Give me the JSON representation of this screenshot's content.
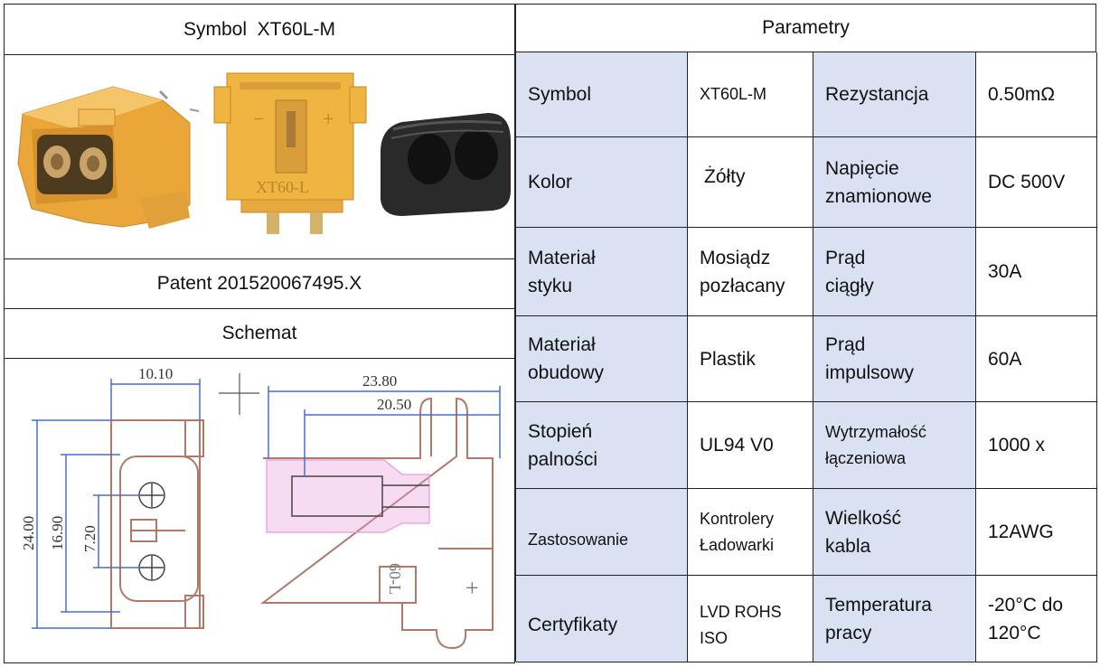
{
  "left": {
    "title": "Symbol  XT60L-M",
    "patent": "Patent 201520067495.X",
    "schematic_title": "Schemat",
    "photo_labels": {
      "connector_marking": "XT60-L",
      "minus": "−",
      "plus": "+"
    },
    "dimensions": {
      "width_left": "10.10",
      "height_total": "24.00",
      "height_inner": "16.90",
      "pin_pitch": "7.20",
      "length_total": "23.80",
      "length_inner": "20.50",
      "side_marking": "60-L",
      "plus": "+"
    }
  },
  "right": {
    "title": "Parametry",
    "rows": [
      {
        "k1": "Symbol",
        "v1": "XT60L-M",
        "k2": "Rezystancja",
        "v2": "0.50mΩ"
      },
      {
        "k1": "Kolor",
        "v1": "Żółty",
        "k2": "Napięcie\nznamionowe",
        "v2": "DC 500V"
      },
      {
        "k1": "Materiał\nstyku",
        "v1": "Mosiądz\npozłacany",
        "k2": "Prąd\nciągły",
        "v2": "30A"
      },
      {
        "k1": "Materiał\nobudowy",
        "v1": "Plastik",
        "k2": "Prąd\nimpulsowy",
        "v2": "60A"
      },
      {
        "k1": "Stopień\npalności",
        "v1": "UL94 V0",
        "k2": "Wytrzymałość\nłączeniowa",
        "v2": "1000 x"
      },
      {
        "k1": "Zastosowanie",
        "v1": "Kontrolery\nŁadowarki",
        "k2": "Wielkość\nkabla",
        "v2": "12AWG"
      },
      {
        "k1": "Certyfikaty",
        "v1": "LVD ROHS\nISO",
        "k2": "Temperatura\npracy",
        "v2": "-20°C do\n120°C"
      }
    ]
  },
  "colors": {
    "header_fill": "#d9e1f2",
    "dimension_line": "#4a6fc4",
    "pink_hatch": "#e79ad8",
    "connector_yellow": "#f0b440",
    "cap_black": "#2a2a2a"
  }
}
